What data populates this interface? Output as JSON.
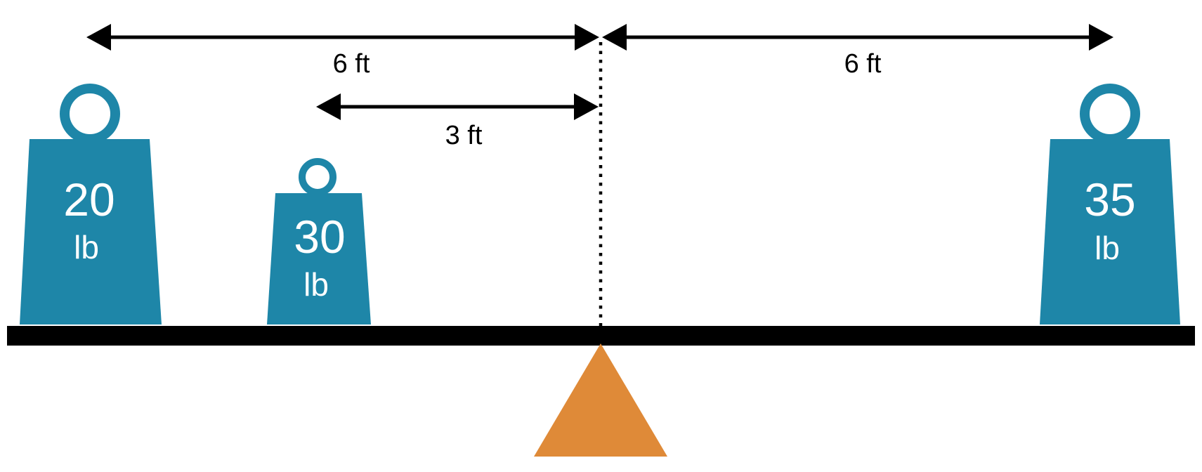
{
  "figure": {
    "type": "lever-balance-diagram",
    "description": "Balance beam on a triangular fulcrum with three hanging weights and distance arrows",
    "colors": {
      "weight_fill": "#1E86A8",
      "fulcrum_fill": "#DF8A38",
      "beam_fill": "#000000",
      "arrow_color": "#000000",
      "dim_text_color": "#000000",
      "weight_text_color": "#ffffff",
      "background": "#ffffff"
    },
    "arrows": {
      "left_span": {
        "label": "6 ft"
      },
      "right_span": {
        "label": "6 ft"
      },
      "mid_span": {
        "label": "3 ft"
      }
    },
    "weights": [
      {
        "value": "20",
        "unit": "lb",
        "side": "left",
        "distance_label": "6 ft"
      },
      {
        "value": "30",
        "unit": "lb",
        "side": "left",
        "distance_label": "3 ft"
      },
      {
        "value": "35",
        "unit": "lb",
        "side": "right",
        "distance_label": "6 ft"
      }
    ]
  }
}
